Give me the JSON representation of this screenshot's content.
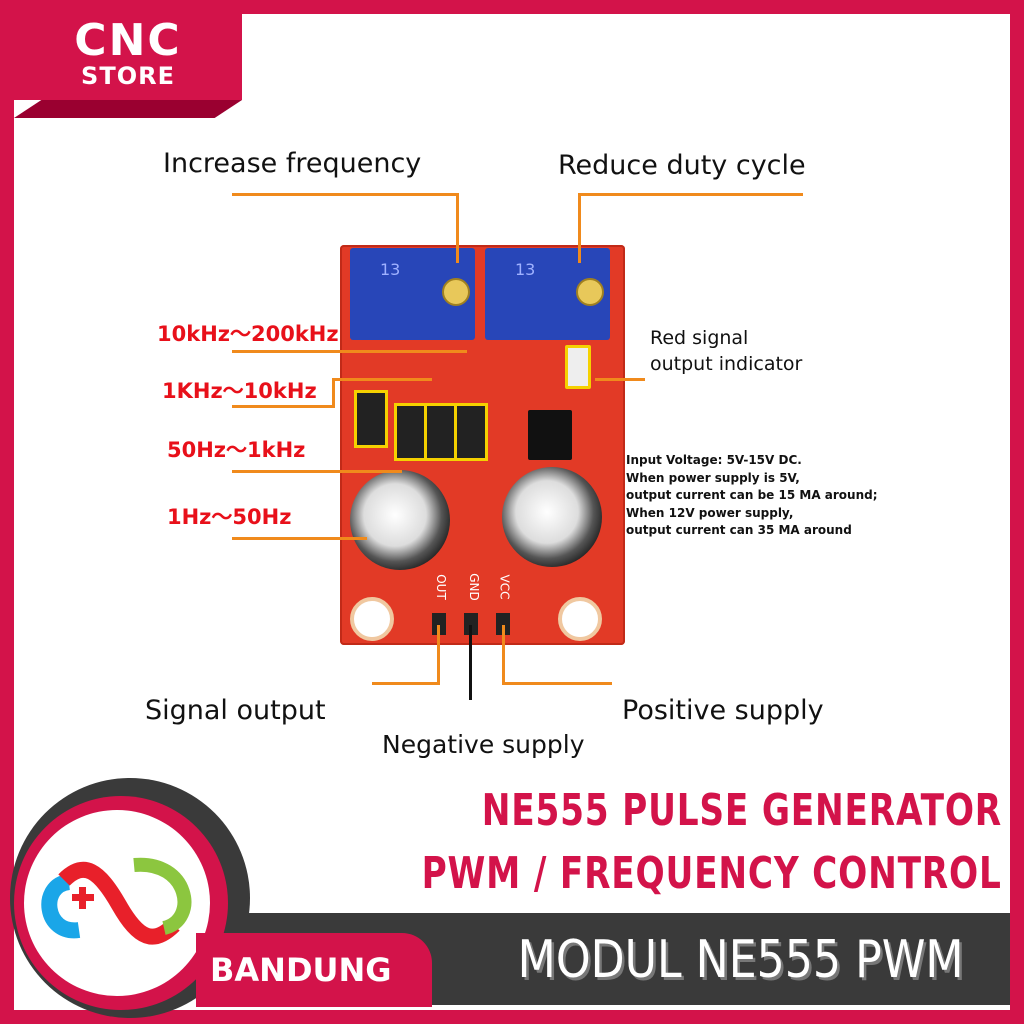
{
  "brand": {
    "line1": "CNC",
    "line2": "STORE",
    "color": "#d3134a"
  },
  "callouts": {
    "increase_frequency": "Increase frequency",
    "reduce_duty_cycle": "Reduce duty cycle",
    "red_indicator": [
      "Red signal",
      "output indicator"
    ],
    "signal_output": "Signal output",
    "negative_supply": "Negative supply",
    "positive_supply": "Positive supply"
  },
  "frequency_ranges": [
    "10kHz～200kHz",
    "1KHz～10kHz",
    "50Hz～1kHz",
    "1Hz～50Hz"
  ],
  "board": {
    "pot_marking": "13",
    "pins": [
      "OUT",
      "GND",
      "VCC"
    ]
  },
  "specs": [
    "Input Voltage: 5V-15V DC.",
    "When power supply is 5V,",
    "output current can be 15 MA around;",
    "When 12V power supply,",
    "output current can 35 MA around"
  ],
  "footer": {
    "title_line1": "NE555 PULSE GENERATOR",
    "title_line2": "PWM / FREQUENCY CONTROL",
    "model": "MODUL NE555 PWM",
    "city": "BANDUNG"
  },
  "colors": {
    "accent": "#d3134a",
    "dark": "#3a3a3a",
    "callout_line": "#f08a1c",
    "range_text": "#e8101a"
  }
}
